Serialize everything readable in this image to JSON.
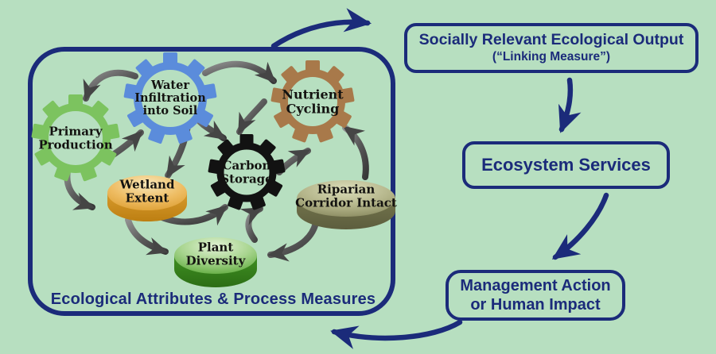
{
  "colors": {
    "background": "#b7dfc0",
    "navy": "#1b2b7a",
    "gear_water": "#5b8cdb",
    "gear_primary": "#7cc35f",
    "gear_nutrient": "#a8794a",
    "gear_carbon": "#121212",
    "cyl_wetland": "#e2a23a",
    "cyl_riparian": "#85855c",
    "cyl_plant": "#57a13d",
    "arrow_gray": "#4f4f4f"
  },
  "attributes_box": {
    "caption": "Ecological Attributes & Process Measures",
    "gears": [
      {
        "id": "water",
        "label": "Water\nInfiltration\ninto Soil",
        "color": "#5b8cdb"
      },
      {
        "id": "primary",
        "label": "Primary\nProduction",
        "color": "#7cc35f"
      },
      {
        "id": "nutrient",
        "label": "Nutrient\nCycling",
        "color": "#a8794a"
      },
      {
        "id": "carbon",
        "label": "Carbon\nStorage",
        "color": "#121212"
      }
    ],
    "cylinders": [
      {
        "id": "wetland",
        "label": "Wetland\nExtent",
        "color": "#e2a23a"
      },
      {
        "id": "riparian",
        "label": "Riparian\nCorridor Intact",
        "color": "#85855c"
      },
      {
        "id": "plant",
        "label": "Plant\nDiversity",
        "color": "#57a13d"
      }
    ]
  },
  "flow_boxes": [
    {
      "id": "output",
      "line1": "Socially Relevant Ecological Output",
      "line2": "(“Linking Measure”)"
    },
    {
      "id": "services",
      "line1": "Ecosystem Services"
    },
    {
      "id": "management",
      "line1": "Management Action",
      "line2": "or Human Impact"
    }
  ]
}
